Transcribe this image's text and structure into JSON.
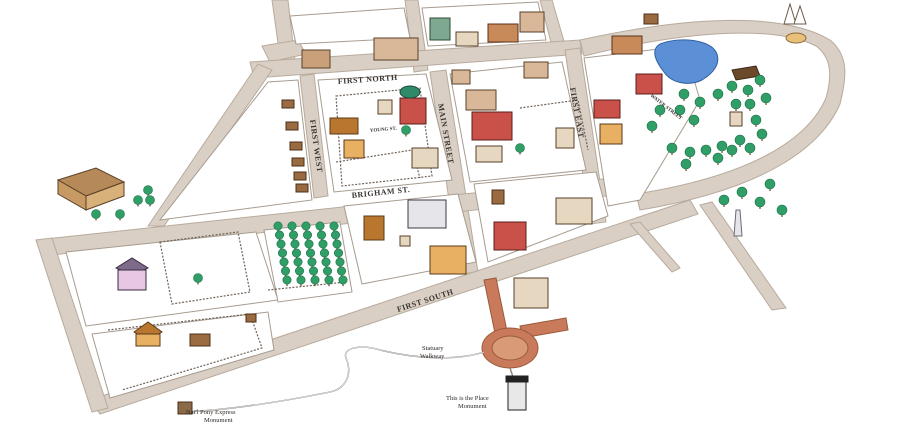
{
  "streets": {
    "first_north": "FIRST NORTH",
    "first_west": "FIRST WEST",
    "main_street": "MAIN STREET",
    "first_east": "FIRST EAST",
    "brigham": "BRIGHAM ST.",
    "first_south": "FIRST SOUTH",
    "young": "YOUNG ST.",
    "water": "WATER STREET"
  },
  "labels": {
    "statuary_line1": "Statuary",
    "statuary_line2": "Walkway",
    "pony_line1": "Nat'l Pony Express",
    "pony_line2": "Monument",
    "place_line1": "This is the Place",
    "place_line2": "Monument"
  },
  "colors": {
    "road": "#d9cfc4",
    "pond": "#5b8fd6",
    "tree": "#2f9e67",
    "plaza": "#c97a5a"
  }
}
